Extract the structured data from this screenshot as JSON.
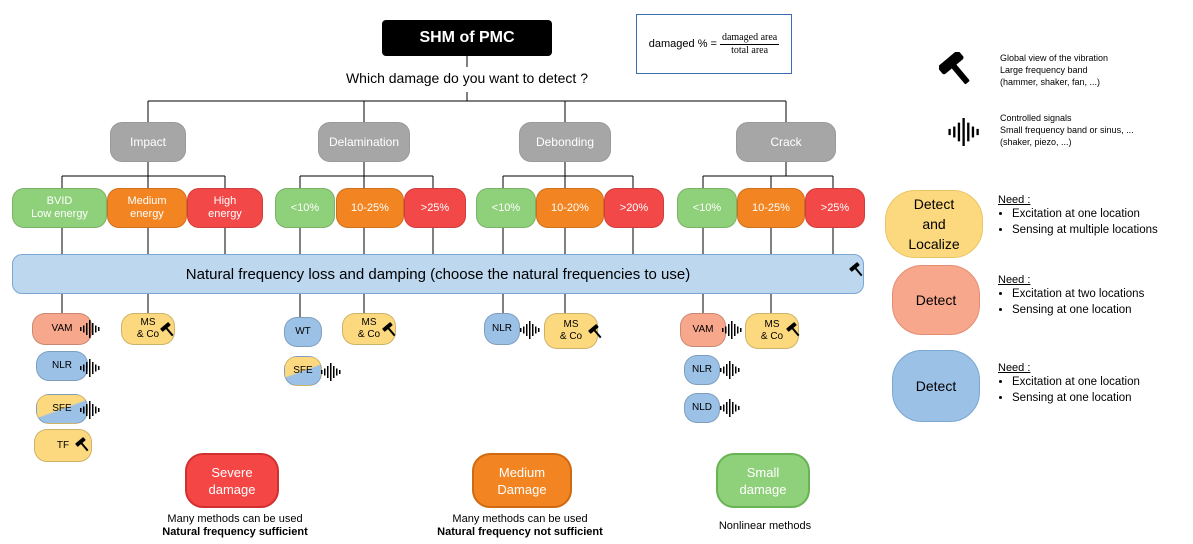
{
  "title": "SHM of PMC",
  "question": "Which damage do you want to detect ?",
  "formula": {
    "lhs": "damaged % = ",
    "numerator": "damaged area",
    "denominator": "total area"
  },
  "damage_types": [
    {
      "label": "Impact",
      "levels": [
        "BVID\nLow energy",
        "Medium\nenergy",
        "High\nenergy"
      ]
    },
    {
      "label": "Delamination",
      "levels": [
        "<10%",
        "10-25%",
        ">25%"
      ]
    },
    {
      "label": "Debonding",
      "levels": [
        "<10%",
        "10-20%",
        ">20%"
      ]
    },
    {
      "label": "Crack",
      "levels": [
        "<10%",
        "10-25%",
        ">25%"
      ]
    }
  ],
  "bar_label": "Natural frequency loss and damping (choose the natural frequencies to use)",
  "methods": {
    "impact": [
      "VAM",
      "NLR",
      "SFE",
      "TF",
      "MS\n& Co"
    ],
    "delamination": [
      "WT",
      "SFE",
      "MS\n& Co"
    ],
    "debonding": [
      "NLR",
      "MS\n& Co"
    ],
    "crack": [
      "VAM",
      "NLR",
      "NLD",
      "MS\n& Co"
    ]
  },
  "severity": [
    {
      "label": "Severe\ndamage",
      "line1": "Many methods can be used",
      "line2": "Natural frequency sufficient"
    },
    {
      "label": "Medium\nDamage",
      "line1": "Many methods can be used",
      "line2": "Natural frequency not sufficient"
    },
    {
      "label": "Small\ndamage",
      "line1": "Nonlinear methods",
      "line2": ""
    }
  ],
  "legend_icons": {
    "hammer": [
      "Global view of the vibration",
      "Large frequency band",
      "(hammer, shaker, fan, ...)"
    ],
    "signal": [
      "Controlled signals",
      "Small frequency band or sinus, ...",
      "(shaker, piezo, ...)"
    ]
  },
  "legend_need": [
    {
      "label": "Detect\nand\nLocalize",
      "title": "Need :",
      "items": [
        "Excitation at one location",
        "Sensing at multiple locations"
      ]
    },
    {
      "label": "Detect",
      "title": "Need :",
      "items": [
        "Excitation at two locations",
        "Sensing at one location"
      ]
    },
    {
      "label": "Detect",
      "title": "Need :",
      "items": [
        "Excitation at one location",
        "Sensing at one location"
      ]
    }
  ],
  "colors": {
    "small_damage": "#8fd07a",
    "medium_damage": "#f28421",
    "severe_damage": "#f34848",
    "damage_type_node": "#a6a6a6",
    "shared_method_bar": "#bcd7ee",
    "detect_and_localize": "#fcd97f",
    "detect_two_excitations": "#f7a78b",
    "detect_one_excitation": "#9cc1e6"
  }
}
